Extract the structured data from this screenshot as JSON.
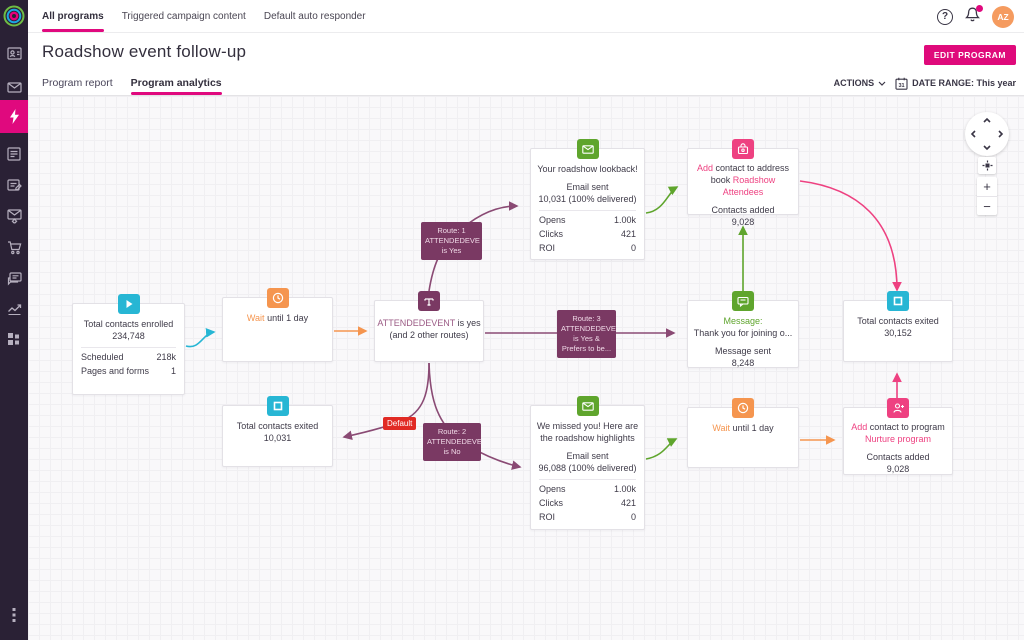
{
  "colors": {
    "accent_pink": "#e0097e",
    "plum_badge": "#7a3963",
    "plum_line": "#8a4a74",
    "green": "#5fa52d",
    "orange": "#f5954f",
    "cyan": "#27b6d4",
    "red": "#e12a24",
    "avatar_orange": "#f59b5f",
    "sidebar_bg": "#2a2135"
  },
  "topnav": {
    "tabs": [
      {
        "label": "All programs"
      },
      {
        "label": "Triggered campaign content"
      },
      {
        "label": "Default auto responder"
      }
    ],
    "help": "?",
    "avatar_initials": "AZ"
  },
  "page": {
    "title": "Roadshow event follow-up",
    "edit_button": "EDIT PROGRAM",
    "tabs": [
      {
        "label": "Program report"
      },
      {
        "label": "Program analytics"
      }
    ],
    "actions_label": "ACTIONS",
    "calendar_day": "31",
    "date_range_label": "DATE RANGE: This year"
  },
  "sidebar": {
    "icons": [
      "brand-logo",
      "contacts-icon",
      "email-icon",
      "automation-icon",
      "forms-icon",
      "landing-pages-icon",
      "email-settings-icon",
      "ecommerce-icon",
      "chat-icon",
      "reports-icon",
      "dashboard-icon",
      "more-kebab-icon"
    ]
  },
  "canvas": {
    "nodes": {
      "enrolled": {
        "title": "Total contacts enrolled",
        "value": "234,748",
        "stats": [
          {
            "label": "Scheduled",
            "value": "218k"
          },
          {
            "label": "Pages and forms",
            "value": "1"
          }
        ]
      },
      "wait1": {
        "accent": "Wait",
        "rest": "until 1 day"
      },
      "decision": {
        "accent": "ATTENDEDEVENT",
        "rest": "is yes",
        "note": "(and 2 other routes)"
      },
      "email1": {
        "title": "Your roadshow lookback!",
        "sent_label": "Email sent",
        "sent_value": "10,031 (100% delivered)",
        "stats": [
          {
            "label": "Opens",
            "value": "1.00k"
          },
          {
            "label": "Clicks",
            "value": "421"
          },
          {
            "label": "ROI",
            "value": "0"
          }
        ]
      },
      "address_book": {
        "accent1": "Add",
        "text1": "contact to address book",
        "accent2": "Roadshow Attendees",
        "added_label": "Contacts added",
        "added_value": "9,028"
      },
      "message": {
        "accent": "Message:",
        "text": "Thank you for joining o...",
        "sent_label": "Message sent",
        "sent_value": "8,248"
      },
      "exit_top": {
        "title": "Total contacts exited",
        "value": "30,152"
      },
      "exit_bottom": {
        "title": "Total contacts exited",
        "value": "10,031"
      },
      "email2": {
        "title": "We missed you! Here are the roadshow highlights",
        "sent_label": "Email sent",
        "sent_value": "96,088 (100% delivered)",
        "stats": [
          {
            "label": "Opens",
            "value": "1.00k"
          },
          {
            "label": "Clicks",
            "value": "421"
          },
          {
            "label": "ROI",
            "value": "0"
          }
        ]
      },
      "wait2": {
        "accent": "Wait",
        "rest": "until 1 day"
      },
      "add_program": {
        "accent1": "Add",
        "text1": "contact to program",
        "accent2": "Nurture program",
        "added_label": "Contacts added",
        "added_value": "9,028"
      }
    },
    "badges": {
      "route1": {
        "lines": [
          "Route: 1",
          "ATTENDEDEVE",
          "is Yes"
        ]
      },
      "route2": {
        "lines": [
          "Route: 2",
          "ATTENDEDEVE",
          "is No"
        ]
      },
      "route3": {
        "lines": [
          "Route: 3",
          "ATTENDEDEVE",
          "is Yes &",
          "Prefers to be..."
        ]
      },
      "default_label": "Default"
    }
  },
  "controls": {
    "zoom_in": "+",
    "zoom_out": "−"
  }
}
